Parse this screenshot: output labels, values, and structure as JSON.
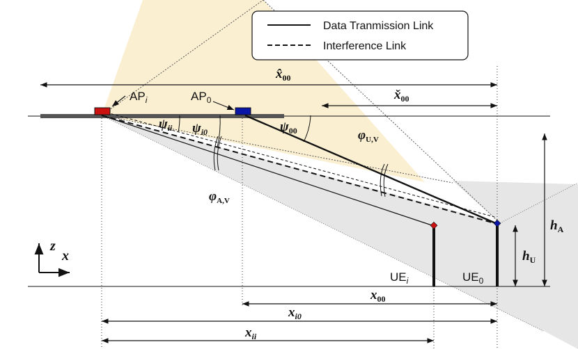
{
  "legend": {
    "data_link": "Data Tranmission Link",
    "interference_link": "Interference Link"
  },
  "colors": {
    "ap_beam_fill": "#fbefd2",
    "ue_beam_fill": "#e6e6e6",
    "ap_i_color": "#cc1111",
    "ap_0_color": "#0a16a6",
    "ue_i_marker": "#cc1111",
    "ue_0_marker": "#0a16a6",
    "line_color": "#111111"
  },
  "labels": {
    "ap_i": {
      "base": "AP",
      "sub": "i"
    },
    "ap_0": {
      "base": "AP",
      "sub": "0"
    },
    "ue_i": {
      "base": "UE",
      "sub": "i"
    },
    "ue_0": {
      "base": "UE",
      "sub": "0"
    },
    "x_hat_00": {
      "base": "x̂",
      "sub": "00"
    },
    "x_check_00": {
      "base": "x̌",
      "sub": "00"
    },
    "psi_ii": {
      "base": "ψ",
      "sub": "ii"
    },
    "psi_i0": {
      "base": "ψ",
      "sub": "i0"
    },
    "psi_00": {
      "base": "ψ",
      "sub": "00"
    },
    "phi_uv": {
      "base": "φ",
      "sub": "U,V"
    },
    "phi_av": {
      "base": "φ",
      "sub": "A,V"
    },
    "h_a": {
      "base": "h",
      "sub": "A"
    },
    "h_u": {
      "base": "h",
      "sub": "U"
    },
    "x_00": {
      "base": "x",
      "sub": "00"
    },
    "x_i0": {
      "base": "x",
      "sub": "i0"
    },
    "x_ii": {
      "base": "x",
      "sub": "ii"
    },
    "axis_z": "z",
    "axis_x": "x"
  }
}
